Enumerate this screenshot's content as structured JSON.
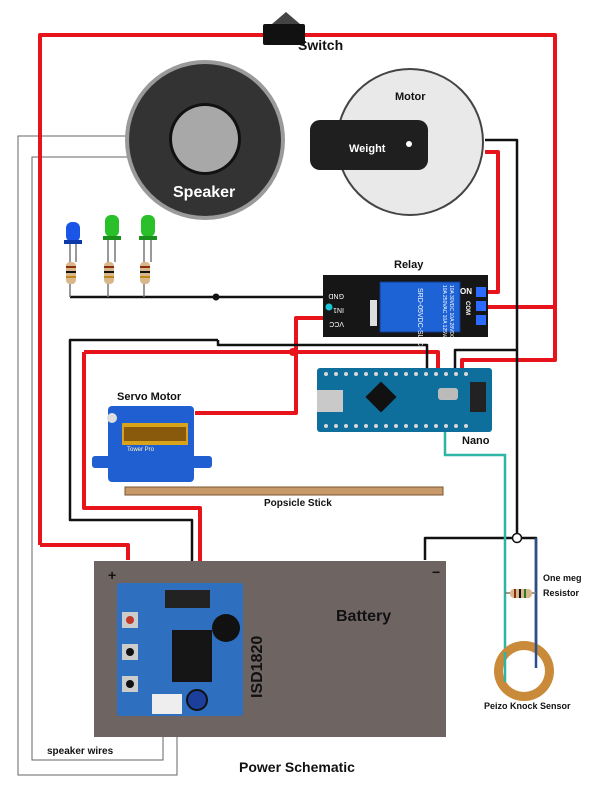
{
  "labels": {
    "switch": "Switch",
    "speaker": "Speaker",
    "motor": "Motor",
    "weight": "Weight",
    "relay": "Relay",
    "relay_on": "ON",
    "relay_com": "COM",
    "relay_gnd": "GND",
    "relay_in1": "IN1",
    "relay_vcc": "VCC",
    "relay_chip": "SRD-05VDC-SL-C",
    "relay_rating_1": "10A 250VAC  10A 125VAC",
    "relay_rating_2": "10A 30VDC  10A 28VDC",
    "servo_motor": "Servo Motor",
    "servo_brand": "Tower Pro",
    "nano": "Nano",
    "popsicle_stick": "Popsicle Stick",
    "battery": "Battery",
    "battery_plus": "+",
    "battery_minus": "−",
    "isd_module": "ISD1820",
    "one_meg": "One meg",
    "resistor": "Resistor",
    "piezo_sensor": "Peizo Knock Sensor",
    "speaker_wires": "speaker  wires",
    "power_schematic": "Power Schematic"
  },
  "colors": {
    "power_wire": "#e8141b",
    "ground_wire": "#111111",
    "signal_wire": "#2fb5a5",
    "sense_wire": "#2a4f8a",
    "speaker_body": "#333333",
    "speaker_ring": "#9a9a9a",
    "relay_body": "#1a1a1a",
    "relay_coil": "#1e63d6",
    "arduino_board": "#0e6f9c",
    "servo_blue": "#1f5fd1",
    "battery_body": "#6e6563",
    "isd_board": "#2e6fc0",
    "piezo_brass": "#c98a3a",
    "stick_wood": "#c89a6a",
    "led_blue": "#1a55e8",
    "led_green": "#2ac02a"
  },
  "icons": [
    "switch-icon",
    "speaker-icon",
    "motor-icon",
    "led-icon",
    "resistor-icon",
    "relay-icon",
    "servo-icon",
    "arduino-nano-icon",
    "battery-icon",
    "isd1820-module-icon",
    "piezo-sensor-icon"
  ]
}
